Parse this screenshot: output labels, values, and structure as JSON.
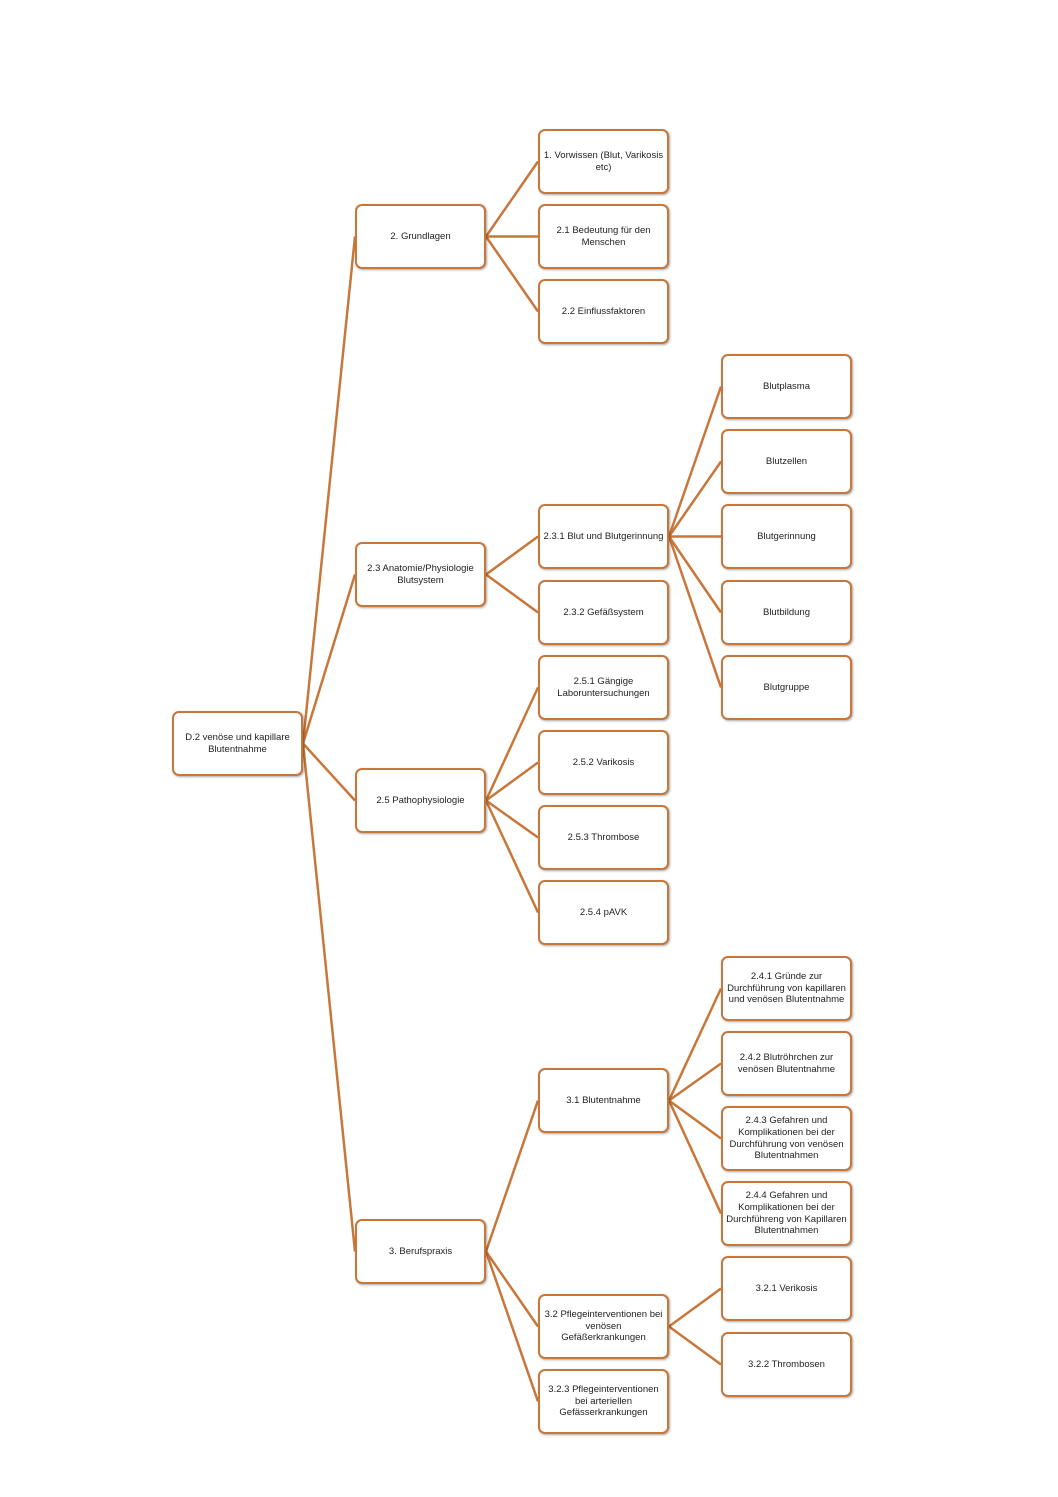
{
  "colors": {
    "connector": "#C8773B",
    "node_border": "#C8773B",
    "node_fill": "#FFFFFF",
    "text": "#222222"
  },
  "nodes": {
    "root": "D.2 venöse und kapillare\nBlutentnahme",
    "grundlagen": "2. Grundlagen",
    "vorwissen": "1. Vorwissen (Blut, Varikosis\netc)",
    "bedeutung": "2.1 Bedeutung für den\nMenschen",
    "einfluss": "2.2 Einflussfaktoren",
    "anatomie": "2.3 Anatomie/Physiologie\nBlutsystem",
    "blut": "2.3.1 Blut und Blutgerinnung",
    "gefaess": "2.3.2 Gefäßsystem",
    "blutplasma": "Blutplasma",
    "blutzellen": "Blutzellen",
    "blutgerinnung": "Blutgerinnung",
    "blutbildung": "Blutbildung",
    "blutgruppe": "Blutgruppe",
    "patho": "2.5 Pathophysiologie",
    "labor": "2.5.1 Gängige\nLaboruntersuchungen",
    "varikosis": "2.5.2 Varikosis",
    "thrombose": "2.5.3 Thrombose",
    "pavk": "2.5.4 pAVK",
    "beruf": "3. Berufspraxis",
    "entnahme": "3.1 Blutentnahme",
    "gruende": "2.4.1 Gründe zur\nDurchführung von kapillaren\nund venösen Blutentnahme",
    "roehrchen": "2.4.2 Blutröhrchen zur\nvenösen Blutentnahme",
    "gefahren_ven": "2.4.3 Gefahren und\nKomplikationen bei der\nDurchführung von venösen\nBlutentnahmen",
    "gefahren_kap": "2.4.4 Gefahren und\nKomplikationen bei der\nDurchführeng von Kapillaren\nBlutentnahmen",
    "pflege_ven": "3.2 Pflegeinterventionen bei\nvenösen Gefäßerkrankungen",
    "verikosis": "3.2.1 Verikosis",
    "thrombosen": "3.2.2 Thrombosen",
    "pflege_art": "3.2.3 Pflegeinterventionen\nbei arteriellen\nGefässerkrankungen"
  }
}
